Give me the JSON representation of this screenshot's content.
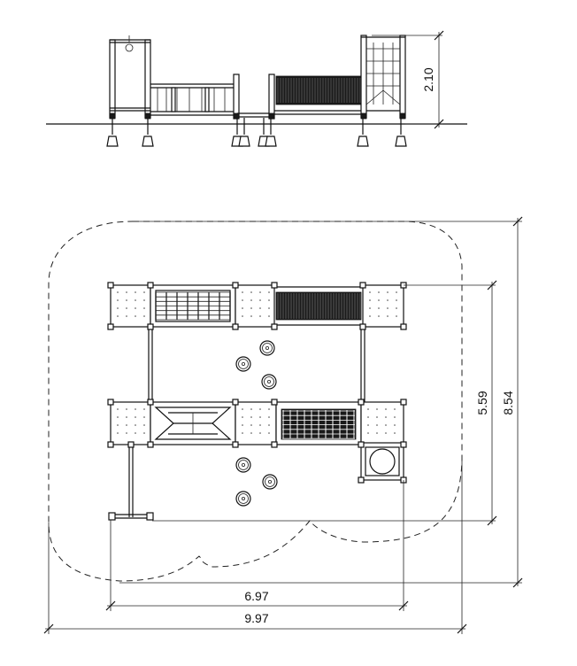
{
  "elevation": {
    "height_label": "2.10"
  },
  "plan": {
    "dim_inner_vertical": "5.59",
    "dim_outer_vertical": "8.54",
    "dim_inner_horizontal": "6.97",
    "dim_outer_horizontal": "9.97"
  }
}
